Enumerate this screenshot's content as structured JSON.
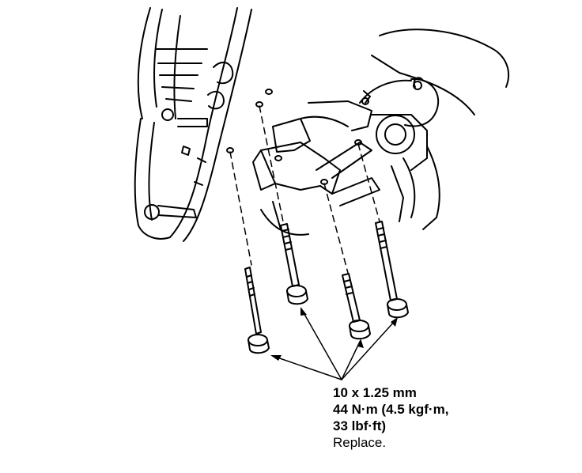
{
  "callout": {
    "size": "10 x 1.25 mm",
    "torque_metric": "44 N·m (4.5 kgf·m,",
    "torque_imperial": "33 lbf·ft)",
    "instruction": "Replace."
  }
}
